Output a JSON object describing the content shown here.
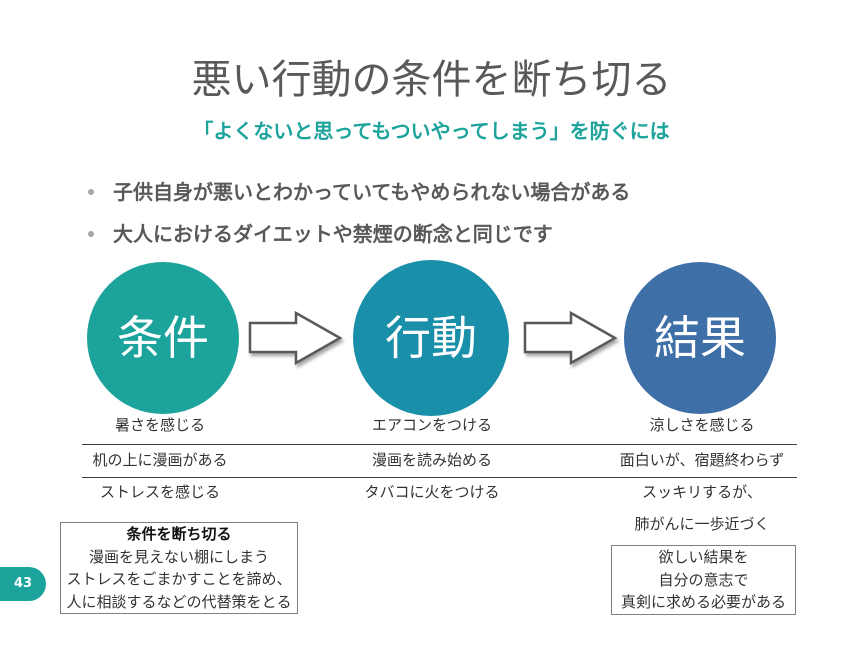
{
  "slide": {
    "title": "悪い行動の条件を断ち切る",
    "subtitle": "「よくないと思ってもついやってしまう」を防ぐには",
    "page_number": "43",
    "bullets": [
      "子供自身が悪いとわかっていてもやめられない場合がある",
      "大人におけるダイエットや禁煙の断念と同じです"
    ]
  },
  "flow": {
    "nodes": [
      {
        "label": "条件",
        "color": "#1ba39c"
      },
      {
        "label": "行動",
        "color": "#1a8fa9"
      },
      {
        "label": "結果",
        "color": "#3e6fa7"
      }
    ]
  },
  "examples": {
    "rows": [
      {
        "condition": "暑さを感じる",
        "action": "エアコンをつける",
        "result": [
          "涼しさを感じる"
        ]
      },
      {
        "condition": "机の上に漫画がある",
        "action": "漫画を読み始める",
        "result": [
          "面白いが、宿題終わらず"
        ]
      },
      {
        "condition": "ストレスを感じる",
        "action": "タバコに火をつける",
        "result": [
          "スッキリするが、",
          "肺がんに一歩近づく"
        ]
      }
    ]
  },
  "notes": {
    "break_condition": {
      "heading": "条件を断ち切る",
      "lines": [
        "漫画を見えない棚にしまう",
        "ストレスをごまかすことを諦め、",
        "人に相談するなどの代替策をとる"
      ]
    },
    "want_result": {
      "lines": [
        "欲しい結果を",
        "自分の意志で",
        "真剣に求める必要がある"
      ]
    }
  },
  "colors": {
    "title_text": "#595959",
    "accent": "#1ba39c"
  },
  "icons": {
    "bullet": "bullet-dot",
    "flow_arrow": "block-arrow-right"
  }
}
